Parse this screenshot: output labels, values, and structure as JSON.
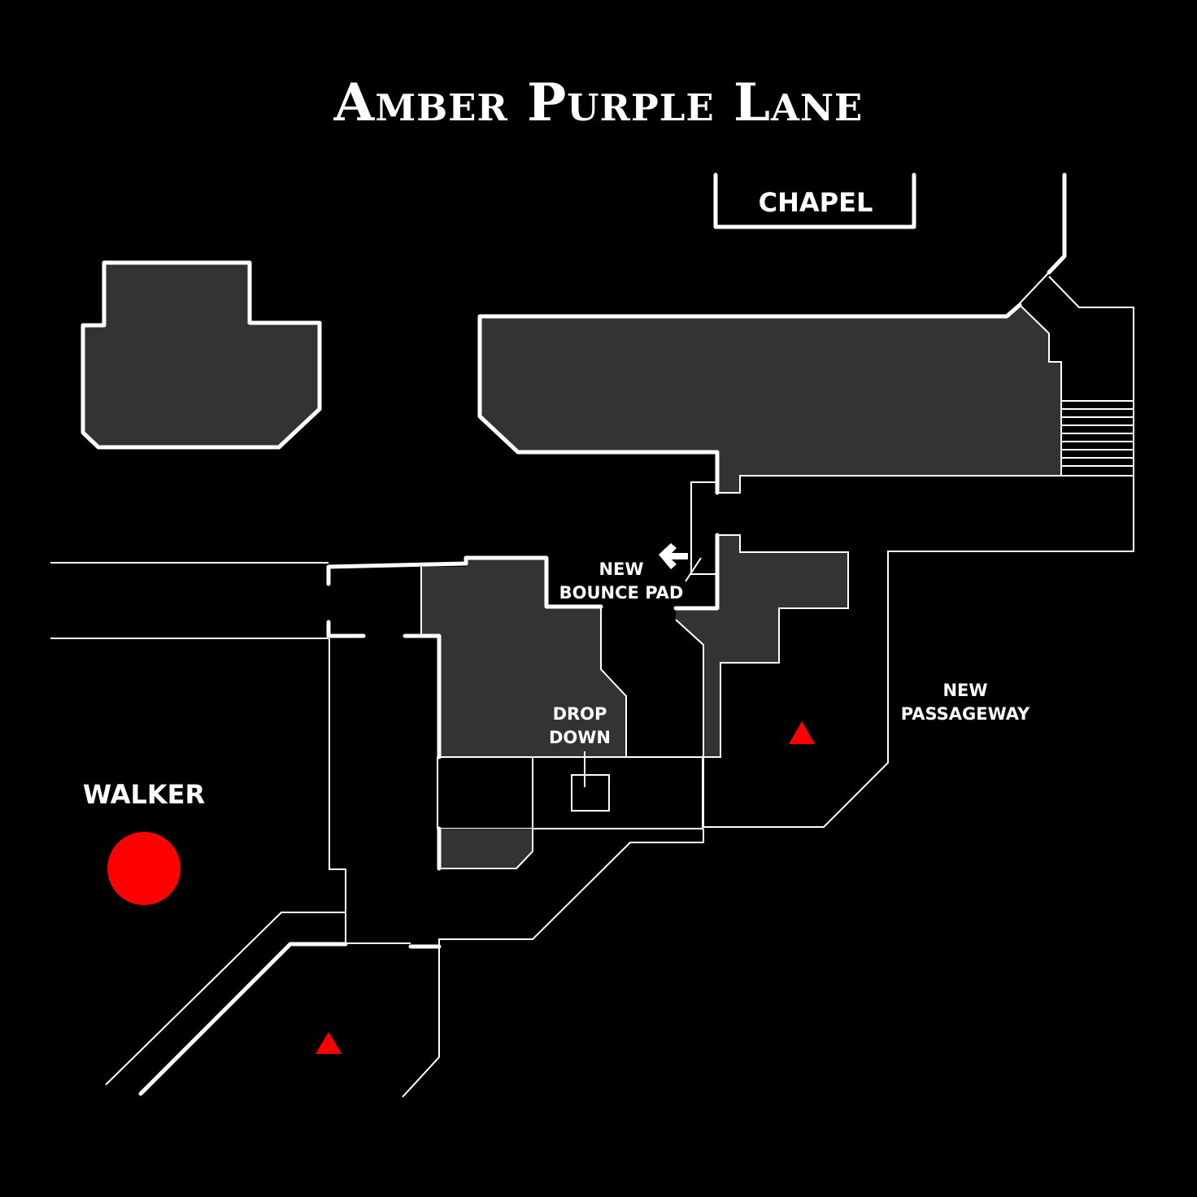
{
  "map": {
    "title": "Amber Purple Lane",
    "background_color": "#000000",
    "building_color": "#333333",
    "wall_color": "#ffffff",
    "marker_color": "#ff0000",
    "labels": {
      "chapel": "CHAPEL",
      "walker": "WALKER",
      "new_bounce_pad_line1": "NEW",
      "new_bounce_pad_line2": "BOUNCE PAD",
      "drop_down_line1": "DROP",
      "drop_down_line2": "DOWN",
      "new_passageway_line1": "NEW",
      "new_passageway_line2": "PASSAGEWAY"
    },
    "markers": [
      {
        "name": "walker-marker",
        "shape": "circle"
      },
      {
        "name": "spawn-triangle-east",
        "shape": "triangle"
      },
      {
        "name": "spawn-triangle-south",
        "shape": "triangle"
      }
    ],
    "icons": [
      "bounce-pad-arrow-icon"
    ]
  }
}
